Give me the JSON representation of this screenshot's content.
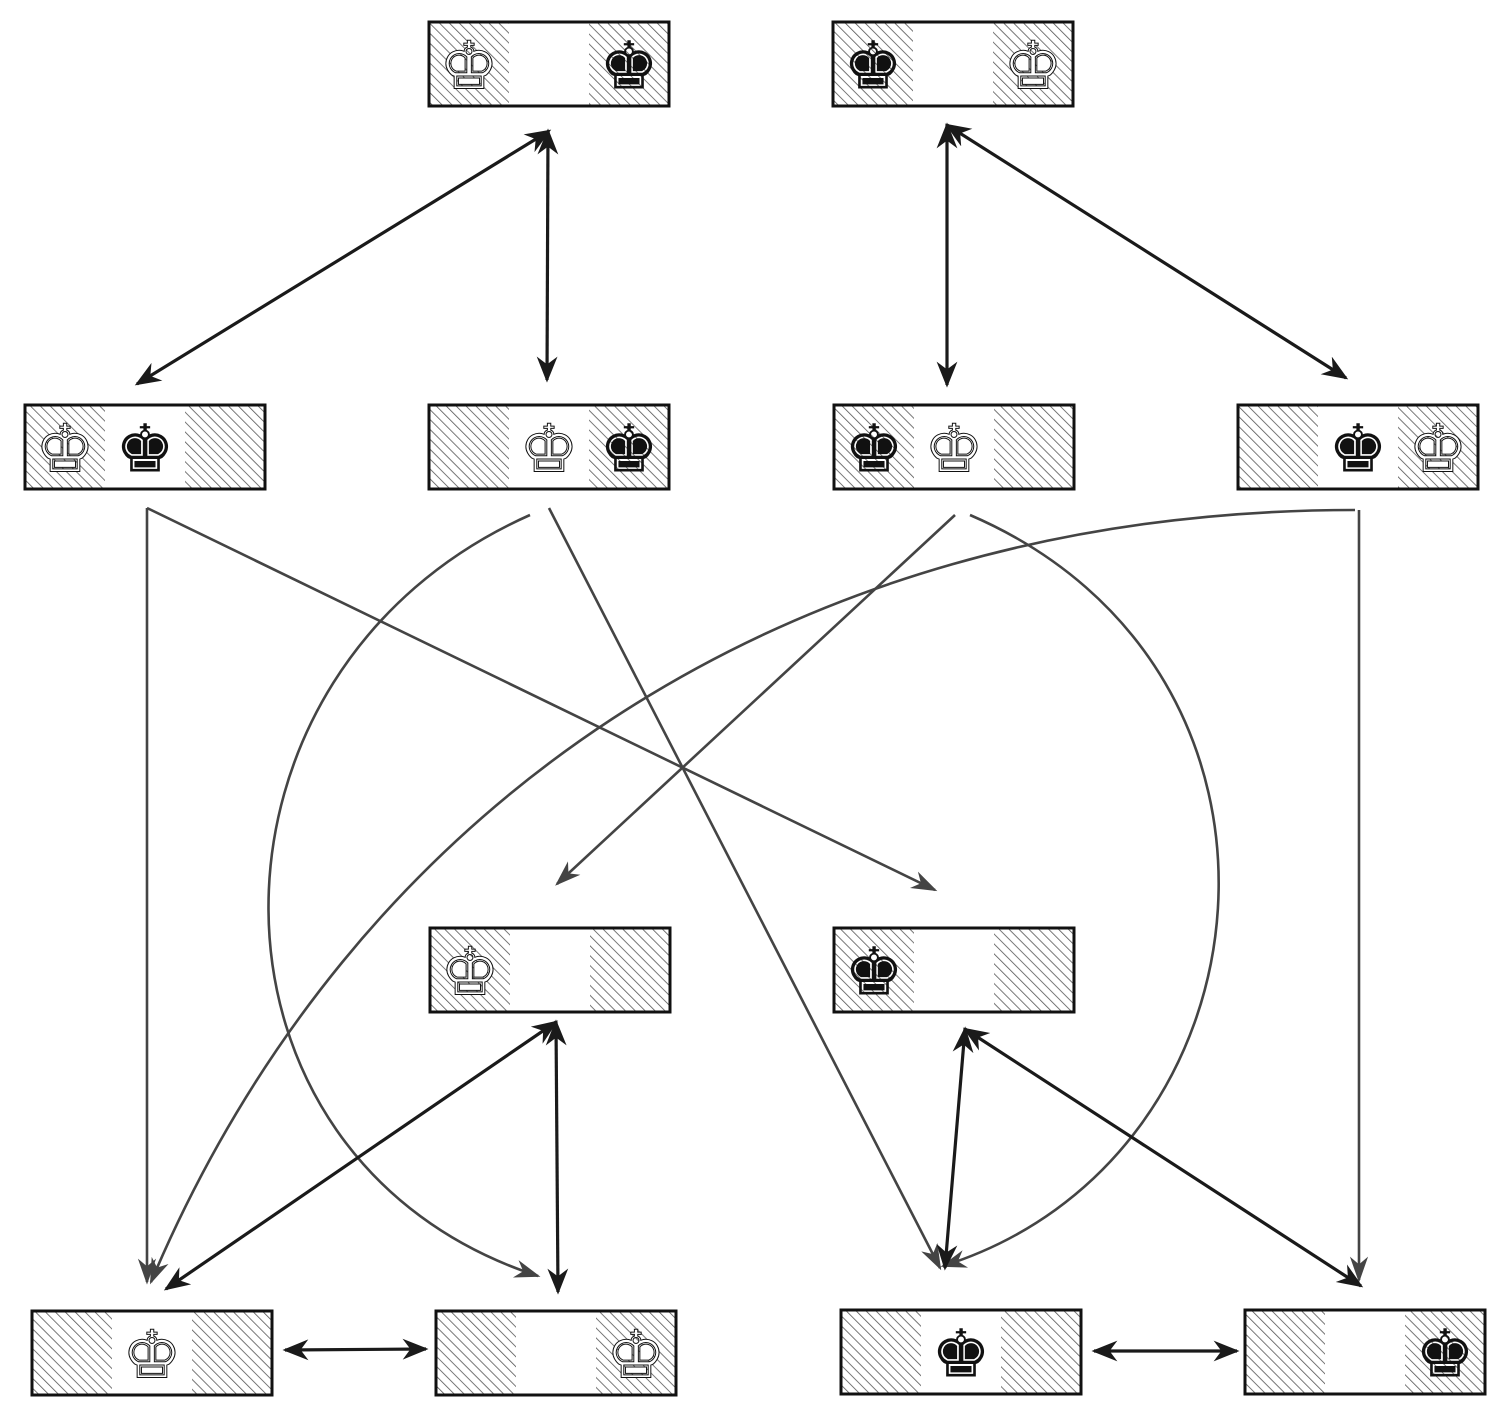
{
  "diagram": {
    "pieces": {
      "white-king": {
        "glyph": "♚",
        "fill": "#ffffff"
      },
      "black-king": {
        "glyph": "♚",
        "fill": "#111111"
      }
    },
    "colors": {
      "hatch": "#555555",
      "edge_dark": "#1a1a1a",
      "edge_gray": "#444444"
    },
    "states": [
      {
        "id": "s1",
        "cells": [
          {
            "shade": true,
            "piece": "white-king"
          },
          {
            "shade": false,
            "piece": null
          },
          {
            "shade": true,
            "piece": "black-king"
          }
        ]
      },
      {
        "id": "s2",
        "cells": [
          {
            "shade": true,
            "piece": "black-king"
          },
          {
            "shade": false,
            "piece": null
          },
          {
            "shade": true,
            "piece": "white-king"
          }
        ]
      },
      {
        "id": "s3",
        "cells": [
          {
            "shade": true,
            "piece": "white-king"
          },
          {
            "shade": false,
            "piece": "black-king"
          },
          {
            "shade": true,
            "piece": null
          }
        ]
      },
      {
        "id": "s4",
        "cells": [
          {
            "shade": true,
            "piece": null
          },
          {
            "shade": false,
            "piece": "white-king"
          },
          {
            "shade": true,
            "piece": "black-king"
          }
        ]
      },
      {
        "id": "s5",
        "cells": [
          {
            "shade": true,
            "piece": "black-king"
          },
          {
            "shade": false,
            "piece": "white-king"
          },
          {
            "shade": true,
            "piece": null
          }
        ]
      },
      {
        "id": "s6",
        "cells": [
          {
            "shade": true,
            "piece": null
          },
          {
            "shade": false,
            "piece": "black-king"
          },
          {
            "shade": true,
            "piece": "white-king"
          }
        ]
      },
      {
        "id": "s7",
        "cells": [
          {
            "shade": true,
            "piece": "white-king"
          },
          {
            "shade": false,
            "piece": null
          },
          {
            "shade": true,
            "piece": null
          }
        ]
      },
      {
        "id": "s8",
        "cells": [
          {
            "shade": true,
            "piece": "black-king"
          },
          {
            "shade": false,
            "piece": null
          },
          {
            "shade": true,
            "piece": null
          }
        ]
      },
      {
        "id": "s9",
        "cells": [
          {
            "shade": true,
            "piece": null
          },
          {
            "shade": false,
            "piece": "white-king"
          },
          {
            "shade": true,
            "piece": null
          }
        ]
      },
      {
        "id": "s10",
        "cells": [
          {
            "shade": true,
            "piece": null
          },
          {
            "shade": false,
            "piece": null
          },
          {
            "shade": true,
            "piece": "white-king"
          }
        ]
      },
      {
        "id": "s11",
        "cells": [
          {
            "shade": true,
            "piece": null
          },
          {
            "shade": false,
            "piece": "black-king"
          },
          {
            "shade": true,
            "piece": null
          }
        ]
      },
      {
        "id": "s12",
        "cells": [
          {
            "shade": true,
            "piece": null
          },
          {
            "shade": false,
            "piece": null
          },
          {
            "shade": true,
            "piece": "black-king"
          }
        ]
      }
    ],
    "edges": [
      {
        "from": "s1",
        "to": "s3",
        "style": "dark",
        "bidirectional": true
      },
      {
        "from": "s1",
        "to": "s4",
        "style": "dark",
        "bidirectional": true
      },
      {
        "from": "s2",
        "to": "s5",
        "style": "dark",
        "bidirectional": true
      },
      {
        "from": "s2",
        "to": "s6",
        "style": "dark",
        "bidirectional": true
      },
      {
        "from": "s3",
        "to": "s9",
        "style": "gray",
        "bidirectional": false
      },
      {
        "from": "s3",
        "to": "s8",
        "style": "gray",
        "bidirectional": false
      },
      {
        "from": "s4",
        "to": "s10",
        "style": "gray",
        "bidirectional": false
      },
      {
        "from": "s4",
        "to": "s11",
        "style": "gray",
        "bidirectional": false
      },
      {
        "from": "s5",
        "to": "s7",
        "style": "gray",
        "bidirectional": false
      },
      {
        "from": "s5",
        "to": "s11",
        "style": "gray",
        "bidirectional": false
      },
      {
        "from": "s6",
        "to": "s9",
        "style": "gray",
        "bidirectional": false
      },
      {
        "from": "s6",
        "to": "s12",
        "style": "gray",
        "bidirectional": false
      },
      {
        "from": "s7",
        "to": "s9",
        "style": "dark",
        "bidirectional": true
      },
      {
        "from": "s7",
        "to": "s10",
        "style": "dark",
        "bidirectional": true
      },
      {
        "from": "s8",
        "to": "s11",
        "style": "dark",
        "bidirectional": true
      },
      {
        "from": "s8",
        "to": "s12",
        "style": "dark",
        "bidirectional": true
      },
      {
        "from": "s9",
        "to": "s10",
        "style": "dark",
        "bidirectional": true
      },
      {
        "from": "s11",
        "to": "s12",
        "style": "dark",
        "bidirectional": true
      }
    ]
  }
}
